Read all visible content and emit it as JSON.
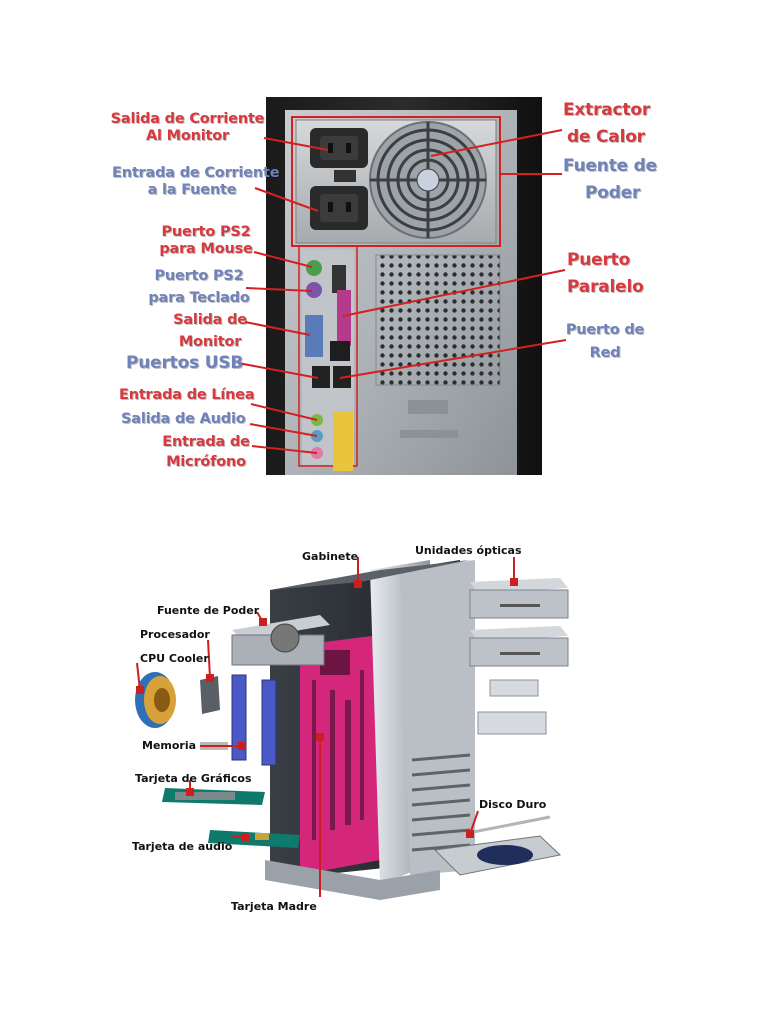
{
  "figure1": {
    "labels": {
      "salida_corriente_1": "Salida de Corriente",
      "salida_corriente_2": "Al Monitor",
      "entrada_corriente_1": "Entrada de Corriente",
      "entrada_corriente_2": "a la Fuente",
      "ps2_mouse_1": "Puerto PS2",
      "ps2_mouse_2": "para Mouse",
      "ps2_teclado_1": "Puerto PS2",
      "ps2_teclado_2": "para Teclado",
      "salida_monitor_1": "Salida de",
      "salida_monitor_2": "Monitor",
      "puertos_usb": "Puertos USB",
      "entrada_linea": "Entrada de Línea",
      "salida_audio": "Salida de Audio",
      "entrada_microfono_1": "Entrada de",
      "entrada_microfono_2": "Micrófono",
      "extractor_1": "Extractor",
      "extractor_2": "de Calor",
      "fuente_poder_1": "Fuente de",
      "fuente_poder_2": "Poder",
      "paralelo_1": "Puerto",
      "paralelo_2": "Paralelo",
      "red_1": "Puerto de",
      "red_2": "Red"
    },
    "colors": {
      "red_label": "#d8393f",
      "blue_label": "#6f82b9",
      "leader": "#d42020"
    }
  },
  "figure2": {
    "labels": {
      "gabinete": "Gabinete",
      "unidades_opticas": "Unidades ópticas",
      "fuente_poder": "Fuente de Poder",
      "procesador": "Procesador",
      "cpu_cooler": "CPU Cooler",
      "memoria": "Memoria",
      "tarjeta_graficos": "Tarjeta de Gráficos",
      "disco_duro": "Disco Duro",
      "tarjeta_audio": "Tarjeta de audio",
      "tarjeta_madre": "Tarjeta Madre"
    },
    "colors": {
      "leader": "#cc1f1f",
      "motherboard": "#d4267a"
    }
  }
}
